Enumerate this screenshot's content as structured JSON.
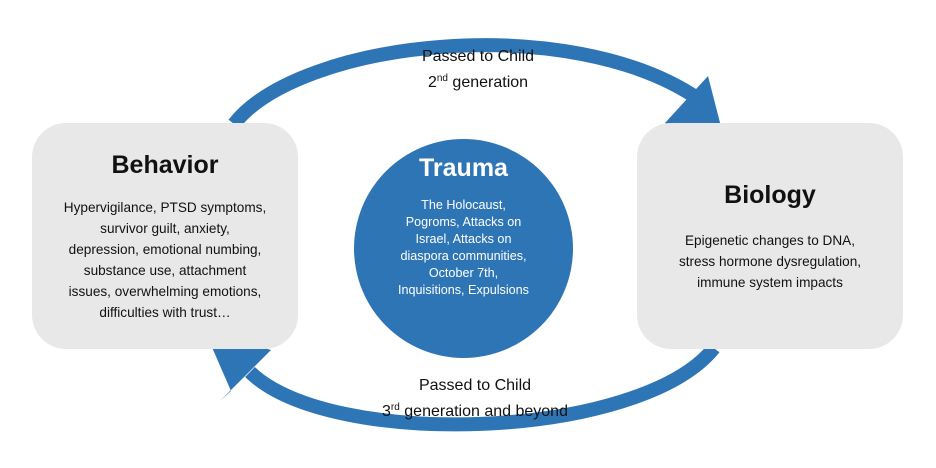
{
  "diagram": {
    "left_box": {
      "title": "Behavior",
      "lines": [
        "Hypervigilance, PTSD symptoms,",
        "survivor guilt, anxiety,",
        "depression, emotional numbing,",
        "substance use, attachment",
        "issues, overwhelming emotions,",
        "difficulties with trust…"
      ]
    },
    "right_box": {
      "title": "Biology",
      "lines": [
        "Epigenetic changes to DNA,",
        "stress hormone dysregulation,",
        "immune system impacts"
      ]
    },
    "center": {
      "title": "Trauma",
      "lines": [
        "The Holocaust,",
        "Pogroms, Attacks on",
        "Israel, Attacks on",
        "diaspora communities,",
        "October 7th,",
        "Inquisitions, Expulsions"
      ]
    },
    "top_arrow": {
      "line1": "Passed to Child",
      "num": "2",
      "sup": "nd",
      "rest": " generation"
    },
    "bottom_arrow": {
      "line1": "Passed to Child",
      "num": "3",
      "sup": "rd",
      "rest": " generation and beyond"
    },
    "colors": {
      "accent_blue": "#2e75b6",
      "box_gray": "#e8e8e8",
      "text": "#111111",
      "circle_text": "#ffffff"
    }
  }
}
